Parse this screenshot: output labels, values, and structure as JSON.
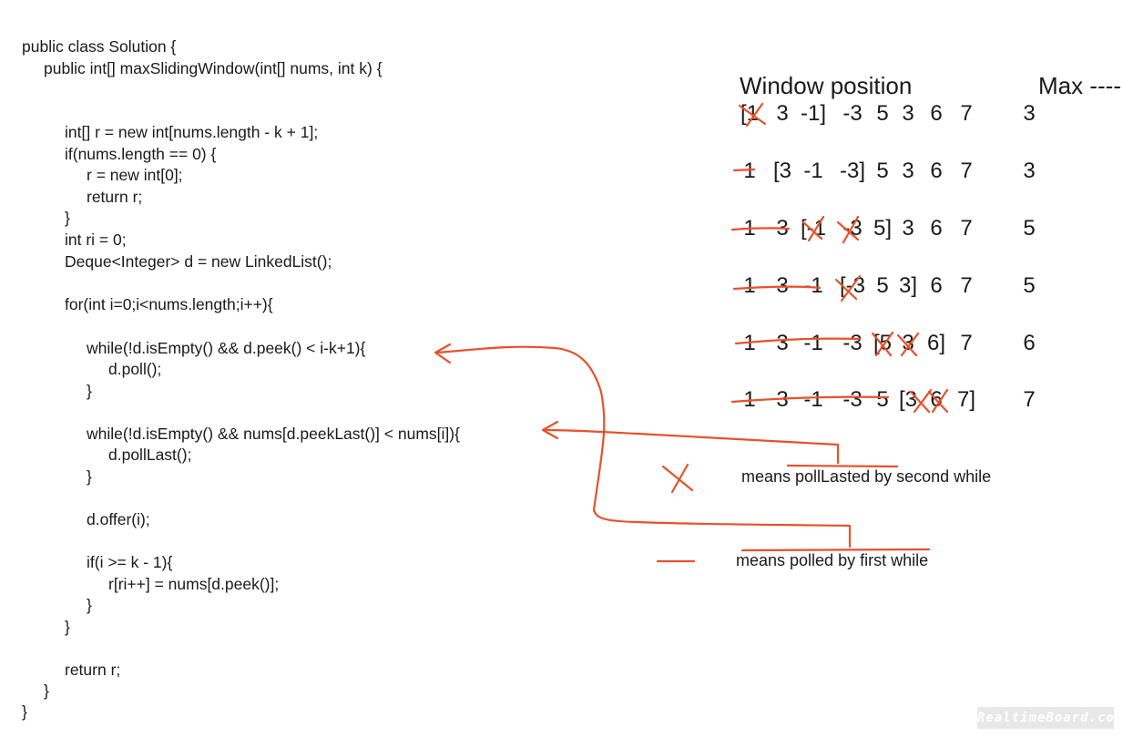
{
  "code": [
    "public class Solution {",
    "public int[] maxSlidingWindow(int[] nums, int k) {",
    "int[] r = new int[nums.length - k + 1];",
    "if(nums.length == 0) {",
    "r = new int[0];",
    "return r;",
    "}",
    "int ri = 0;",
    "Deque<Integer> d = new LinkedList();",
    "for(int i=0;i<nums.length;i++){",
    "while(!d.isEmpty() && d.peek() < i-k+1){",
    "d.poll();",
    "}",
    "while(!d.isEmpty() && nums[d.peekLast()] < nums[i]){",
    "d.pollLast();",
    "}",
    "d.offer(i);",
    "if(i >= k - 1){",
    "r[ri++] = nums[d.peek()];",
    "}",
    "}",
    "return r;",
    "}",
    "}"
  ],
  "table": {
    "header_window": "Window position",
    "header_max": "Max ----",
    "rows": [
      {
        "tokens": [
          "[1",
          "3",
          "-1]",
          "-3",
          "5",
          "3",
          "6",
          "7"
        ],
        "max": "3"
      },
      {
        "tokens": [
          "1",
          "[3",
          "-1",
          "-3]",
          "5",
          "3",
          "6",
          "7"
        ],
        "max": "3"
      },
      {
        "tokens": [
          "1",
          "3",
          "[-1",
          "-3",
          "5]",
          "3",
          "6",
          "7"
        ],
        "max": "5"
      },
      {
        "tokens": [
          "1",
          "3",
          "-1",
          "[-3",
          "5",
          "3]",
          "6",
          "7"
        ],
        "max": "5"
      },
      {
        "tokens": [
          "1",
          "3",
          "-1",
          "-3",
          "[5",
          "3",
          "6]",
          "7"
        ],
        "max": "6"
      },
      {
        "tokens": [
          "1",
          "3",
          "-1",
          "-3",
          "5",
          "[3",
          "6",
          "7]"
        ],
        "max": "7"
      }
    ]
  },
  "legend": {
    "x_meaning": "means pollLasted by second while",
    "dash_meaning": "means polled by first while"
  },
  "ink_color": "#e8512a",
  "watermark": "RealtimeBoard.com"
}
